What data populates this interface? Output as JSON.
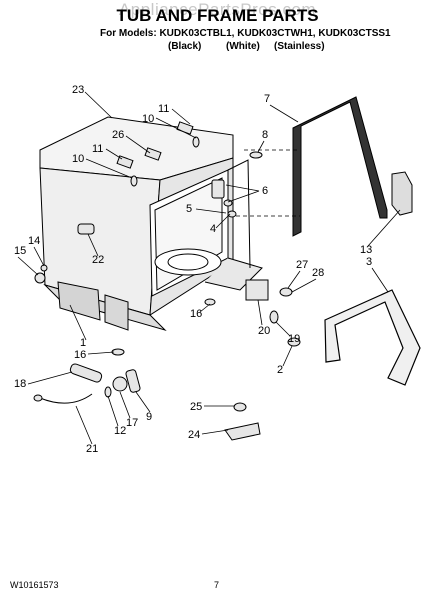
{
  "header": {
    "watermark": "AppliancePartsPros.com",
    "title": "TUB AND FRAME PARTS",
    "models_line": "For Models: KUDK03CTBL1, KUDK03CTWH1, KUDK03CTSS1",
    "variants": [
      "(Black)",
      "(White)",
      "(Stainless)"
    ]
  },
  "callouts": [
    "23",
    "11",
    "10",
    "26",
    "11",
    "10",
    "7",
    "8",
    "6",
    "5",
    "4",
    "22",
    "15",
    "14",
    "13",
    "3",
    "27",
    "28",
    "20",
    "19",
    "16",
    "1",
    "16",
    "2",
    "18",
    "12",
    "17",
    "9",
    "25",
    "24",
    "21"
  ],
  "footer": {
    "doc_number": "W10161573",
    "page_number": "7"
  }
}
